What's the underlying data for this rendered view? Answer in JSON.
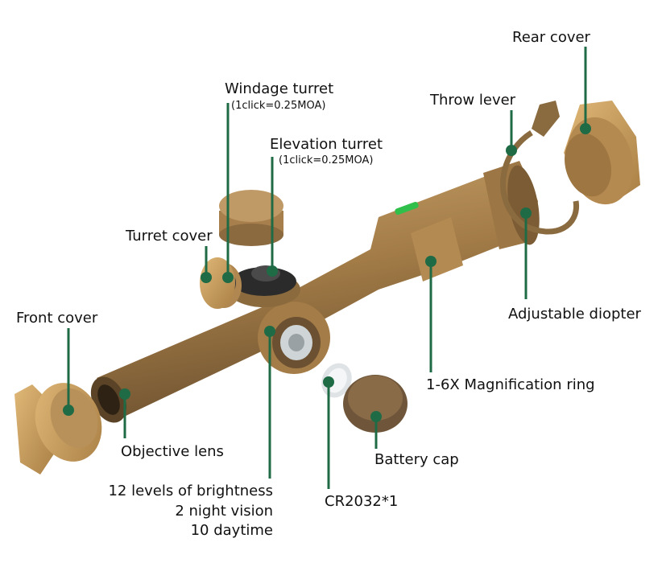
{
  "labels": {
    "rear_cover": "Rear cover",
    "throw_lever": "Throw lever",
    "windage_turret": "Windage turret",
    "windage_note": "(1click=0.25MOA)",
    "elevation_turret": "Elevation turret",
    "elevation_note": "(1click=0.25MOA)",
    "turret_cover": "Turret cover",
    "front_cover": "Front cover",
    "adjustable_diopter": "Adjustable diopter",
    "magnification_ring": "1-6X Magnification ring",
    "objective_lens": "Objective lens",
    "battery_cap": "Battery cap",
    "brightness_line1": "12 levels of brightness",
    "brightness_line2": "2 night vision",
    "brightness_line3": "10 daytime",
    "battery": "CR2032*1"
  },
  "colors": {
    "body": "#a8824f",
    "cover": "#c99d5c",
    "leader": "#1f6b46"
  }
}
